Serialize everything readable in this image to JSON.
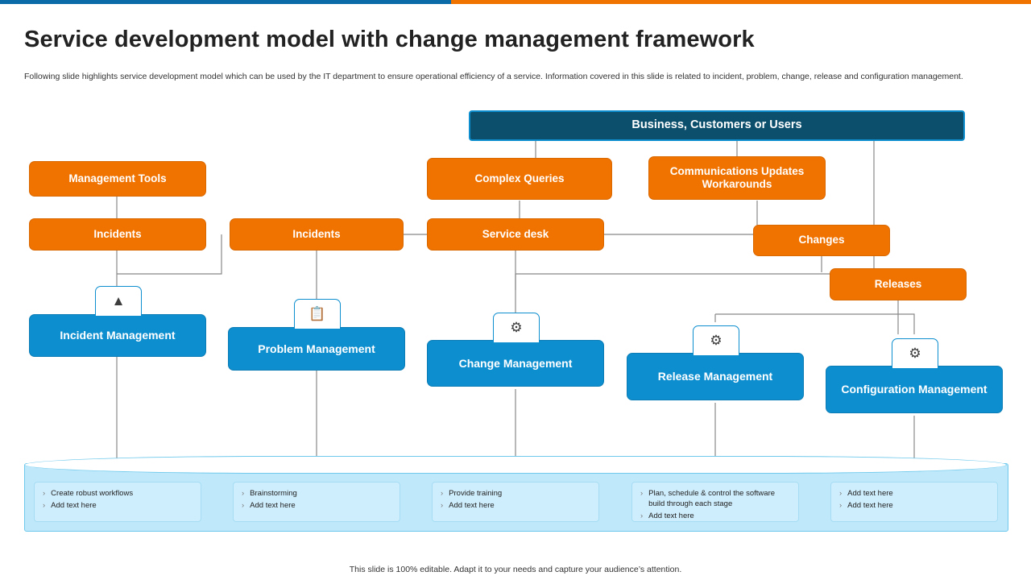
{
  "accent": {
    "blue": "#0a6ba8",
    "orange": "#f07300",
    "node_blue": "#0d8ecf",
    "dark_teal": "#0b4f6c"
  },
  "header": {
    "title": "Service development model with change management framework",
    "subtitle": "Following slide highlights service development model which can be used by the IT  department to ensure operational efficiency of a service. Information covered in this slide is related to incident, problem,  change, release and configuration management."
  },
  "nodes": {
    "top": "Business, Customers or Users",
    "management_tools": "Management Tools",
    "complex_queries": "Complex Queries",
    "communications": "Communications Updates Workarounds",
    "incidents_left": "Incidents",
    "incidents_mid": "Incidents",
    "service_desk": "Service desk",
    "changes": "Changes",
    "releases": "Releases",
    "incident_management": "Incident Management",
    "problem_management": "Problem Management",
    "change_management": "Change Management",
    "release_management": "Release Management",
    "configuration_management": "Configuration Management"
  },
  "icons": {
    "incident": "incident-icon",
    "problem": "clipboard-icon",
    "change": "gears-icon",
    "release": "hand-gear-icon",
    "configuration": "cog-icon"
  },
  "bullets": [
    {
      "items": [
        "Create robust workflows",
        "Add text here"
      ]
    },
    {
      "items": [
        "Brainstorming",
        "Add text here"
      ]
    },
    {
      "items": [
        "Provide training",
        "Add text here"
      ]
    },
    {
      "items": [
        "Plan,  schedule & control the software build through each stage",
        "Add text here"
      ]
    },
    {
      "items": [
        "Add text here",
        "Add text here"
      ]
    }
  ],
  "footer": "This slide is 100% editable.  Adapt it to your needs and capture your audience’s attention."
}
